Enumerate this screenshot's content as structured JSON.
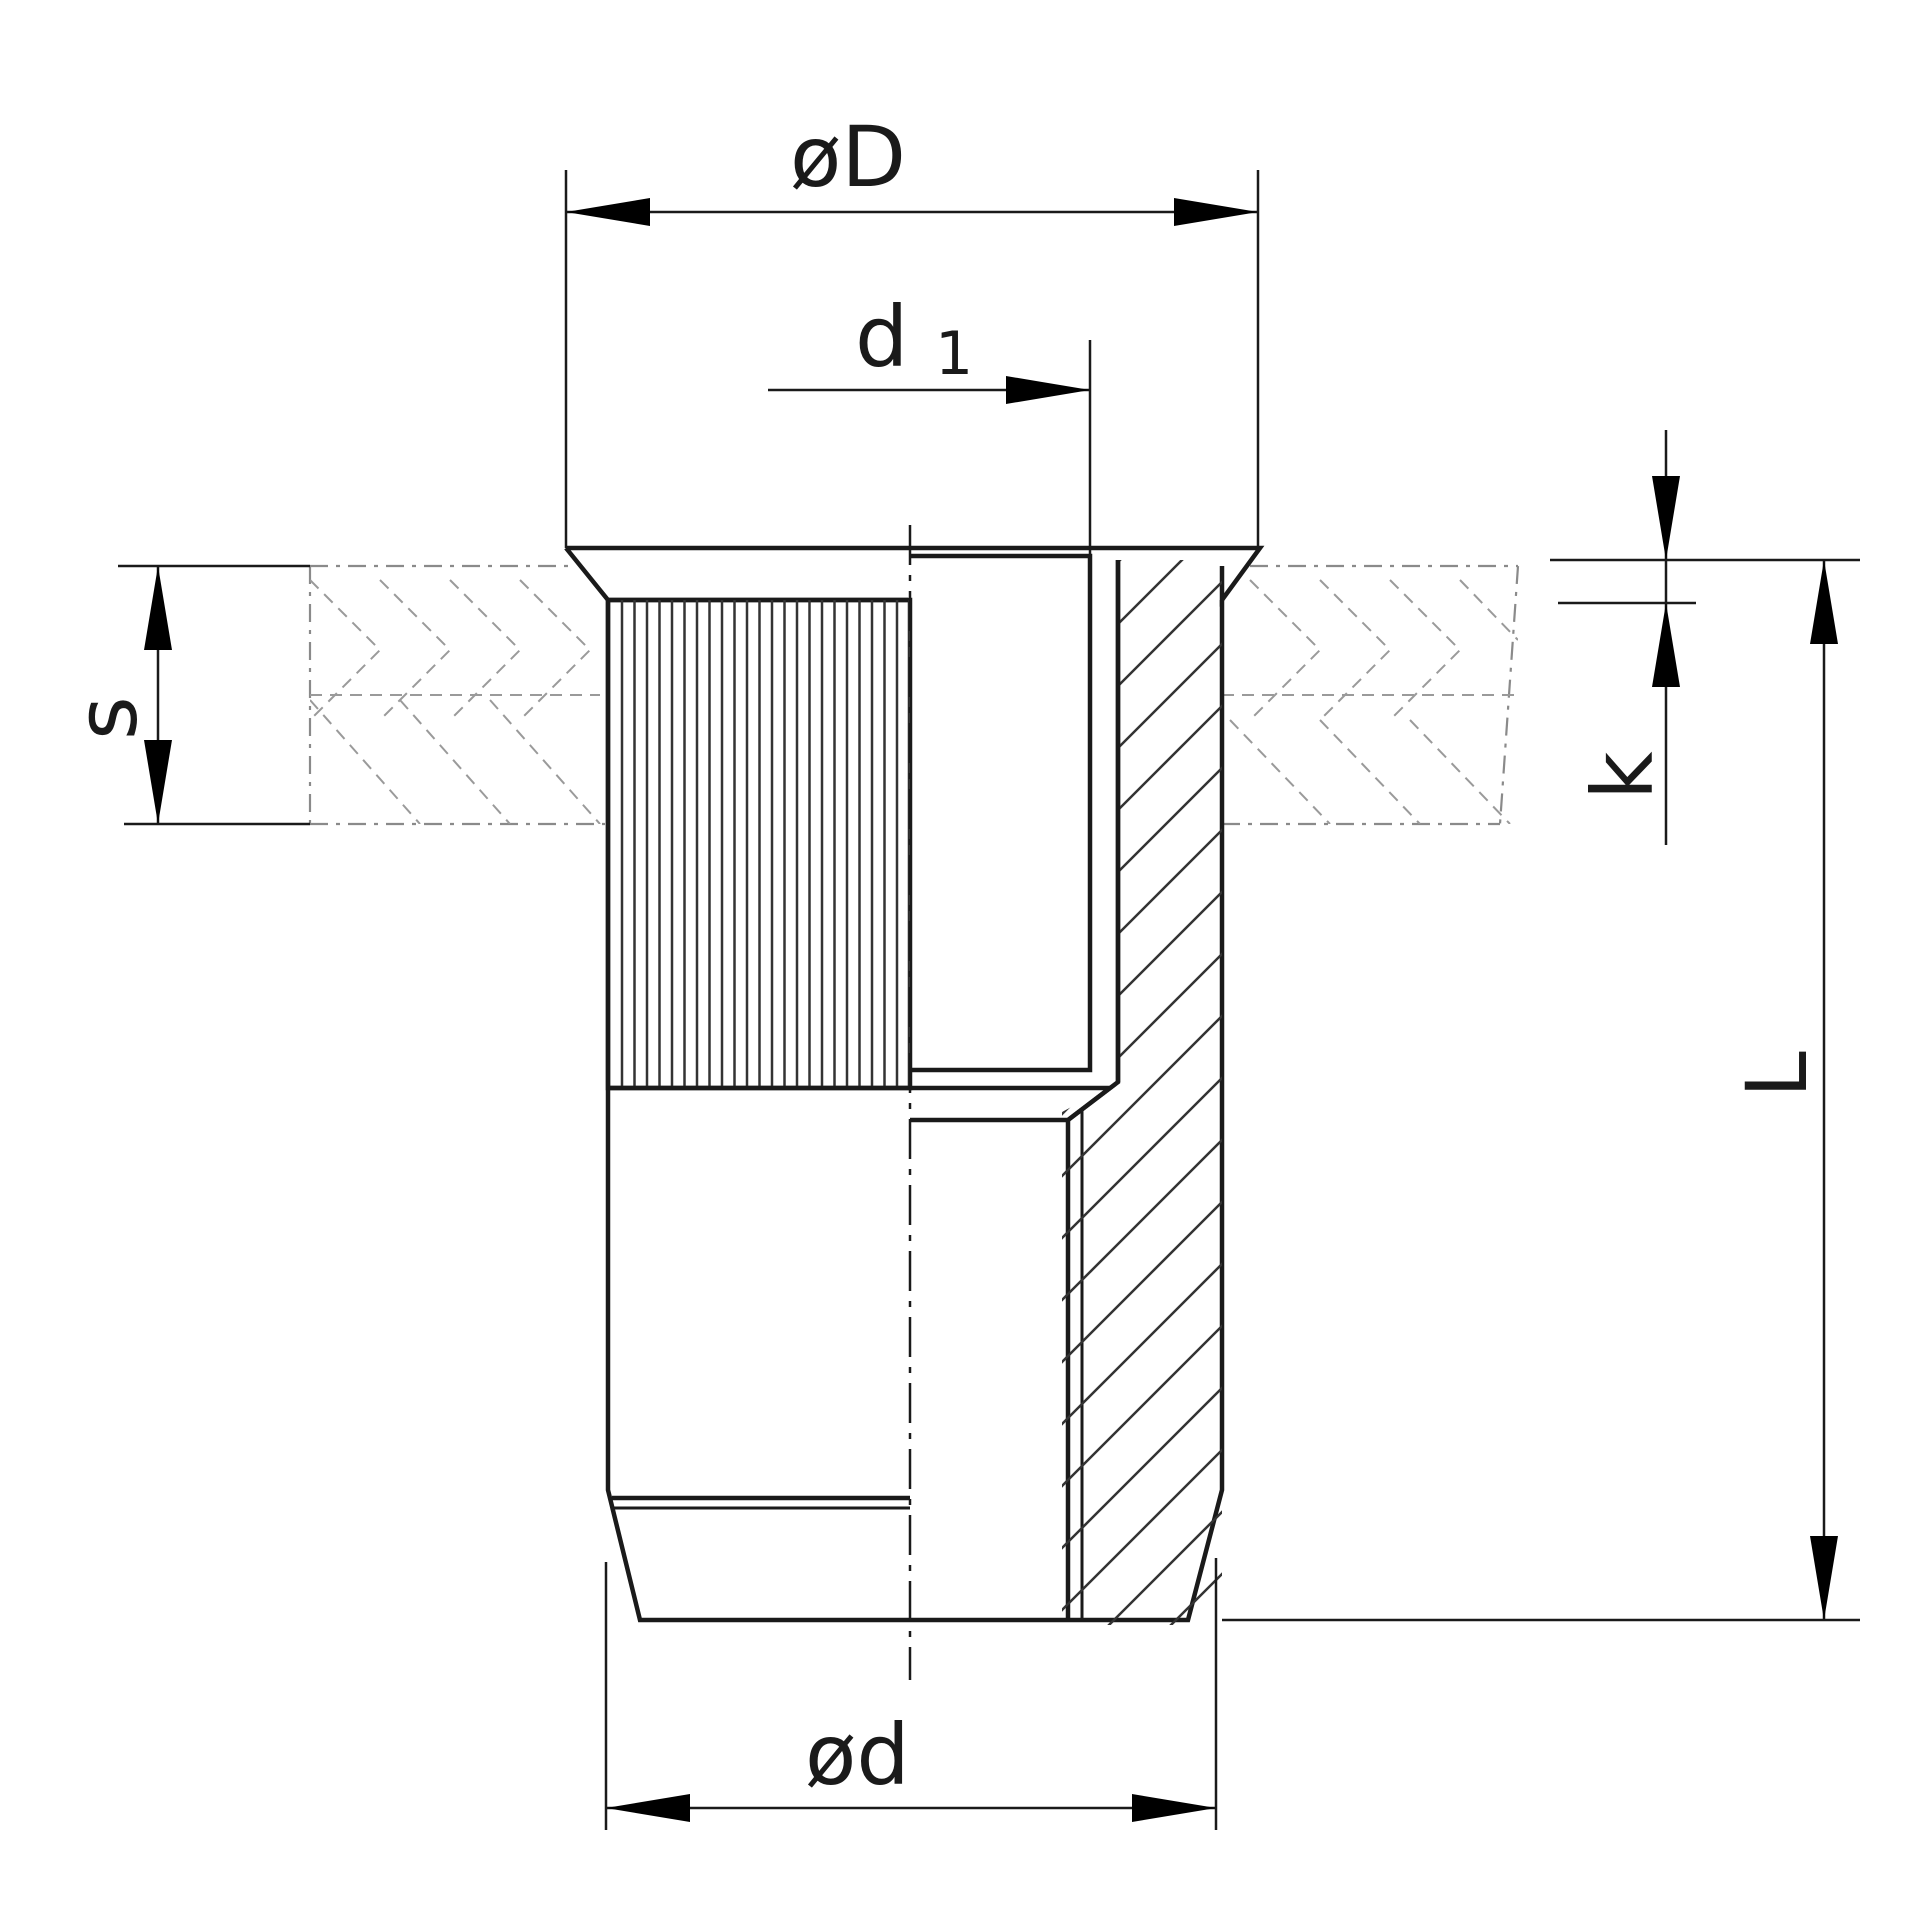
{
  "diagram": {
    "labels": {
      "outer_diameter": "øD",
      "thread_diameter_main": "d",
      "thread_diameter_sub": "1",
      "shank_diameter": "ød",
      "sheet_thickness": "s",
      "head_height": "k",
      "length": "L"
    }
  }
}
